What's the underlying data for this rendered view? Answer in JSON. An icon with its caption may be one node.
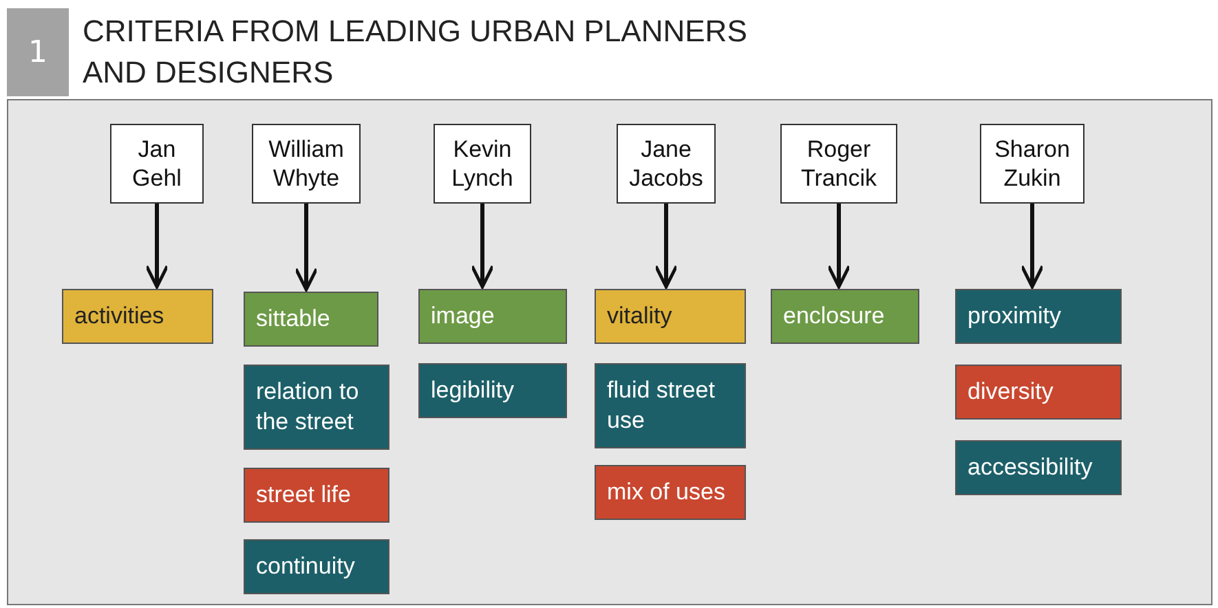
{
  "diagram": {
    "title": "CRITERIA FROM LEADING URBAN PLANNERS AND DESIGNERS",
    "nodes": [
      {
        "text": [
          "Jan Gehl"
        ]
      },
      {
        "text": [
          "William Whyte"
        ]
      },
      {
        "text": [
          "Kevin Lynch"
        ]
      },
      {
        "text": [
          "Jane Jacobs"
        ]
      },
      {
        "text": [
          "Roger Trancik"
        ]
      },
      {
        "text": [
          "Sharon Zukin"
        ]
      },
      {
        "text": [
          "activities"
        ]
      },
      {
        "text": [
          "sittable"
        ]
      },
      {
        "text": [
          "relation to the street"
        ]
      },
      {
        "text": [
          "street life"
        ]
      },
      {
        "text": [
          "continuity"
        ]
      },
      {
        "text": [
          "image"
        ]
      },
      {
        "text": [
          "legibility"
        ]
      },
      {
        "text": [
          "vitality"
        ]
      },
      {
        "text": [
          "fluid street use"
        ]
      },
      {
        "text": [
          "mix of uses"
        ]
      },
      {
        "text": [
          "enclosure"
        ]
      },
      {
        "text": [
          "proximity"
        ]
      },
      {
        "text": [
          "diversity"
        ]
      },
      {
        "text": [
          "accessibility"
        ]
      }
    ],
    "edges": [
      {
        "from": 0,
        "to": 6,
        "arrow": "to"
      },
      {
        "from": 1,
        "to": 7,
        "arrow": "to"
      },
      {
        "from": 2,
        "to": 11,
        "arrow": "to"
      },
      {
        "from": 3,
        "to": 13,
        "arrow": "to"
      },
      {
        "from": 4,
        "to": 16,
        "arrow": "to"
      },
      {
        "from": 5,
        "to": 17,
        "arrow": "to"
      }
    ],
    "labels": [
      "1"
    ]
  }
}
